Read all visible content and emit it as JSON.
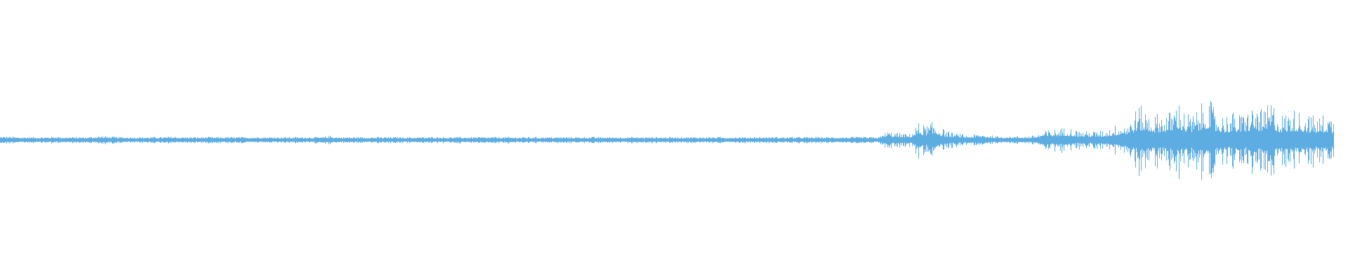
{
  "waveform": {
    "color": "#5dade2",
    "background": "#ffffff",
    "envelope": [
      0.02,
      0.02,
      0.015,
      0.015,
      0.015,
      0.015,
      0.015,
      0.02,
      0.015,
      0.015,
      0.015,
      0.015,
      0.02,
      0.025,
      0.02,
      0.015,
      0.015,
      0.015,
      0.015,
      0.015,
      0.015,
      0.015,
      0.02,
      0.015,
      0.015,
      0.015,
      0.015,
      0.015,
      0.015,
      0.015,
      0.015,
      0.015,
      0.015,
      0.015,
      0.015,
      0.015,
      0.015,
      0.015,
      0.015,
      0.015,
      0.015,
      0.015,
      0.025,
      0.015,
      0.015,
      0.015,
      0.015,
      0.015,
      0.015,
      0.015,
      0.015,
      0.015,
      0.015,
      0.015,
      0.015,
      0.015,
      0.015,
      0.015,
      0.015,
      0.015,
      0.015,
      0.015,
      0.015,
      0.015,
      0.015,
      0.015,
      0.015,
      0.015,
      0.015,
      0.015,
      0.015,
      0.015,
      0.015,
      0.015,
      0.015,
      0.015,
      0.015,
      0.015,
      0.015,
      0.015,
      0.015,
      0.015,
      0.015,
      0.015,
      0.015,
      0.015,
      0.015,
      0.015,
      0.015,
      0.015,
      0.015,
      0.015,
      0.015,
      0.015,
      0.015,
      0.015,
      0.015,
      0.015,
      0.015,
      0.015,
      0.015,
      0.015,
      0.015,
      0.015,
      0.015,
      0.015,
      0.015,
      0.015,
      0.015,
      0.015,
      0.015,
      0.015,
      0.015,
      0.06,
      0.05,
      0.04,
      0.04,
      0.12,
      0.1,
      0.13,
      0.08,
      0.05,
      0.04,
      0.03,
      0.03,
      0.04,
      0.03,
      0.02,
      0.02,
      0.02,
      0.02,
      0.02,
      0.03,
      0.06,
      0.07,
      0.08,
      0.09,
      0.07,
      0.06,
      0.06,
      0.06,
      0.07,
      0.1,
      0.12,
      0.14,
      0.25,
      0.22,
      0.18,
      0.2,
      0.2,
      0.3,
      0.2,
      0.18,
      0.25,
      0.3,
      0.2,
      0.18,
      0.2,
      0.18,
      0.22,
      0.25,
      0.2,
      0.3,
      0.18,
      0.2,
      0.22,
      0.2,
      0.18,
      0.16,
      0.2,
      0.15
    ]
  }
}
